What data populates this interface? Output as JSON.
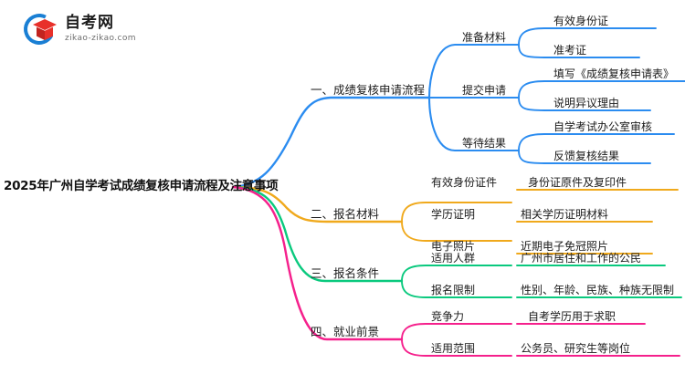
{
  "logo": {
    "brand": "自考网",
    "url": "zikao-zikao.com",
    "ring_color": "#1a7fd4",
    "cap_color": "#e8302a"
  },
  "mindmap": {
    "root": "2025年广州自学考试成绩复核申请流程及注意事项",
    "branch_colors": {
      "blue": "#2b8cf0",
      "orange": "#f0a91c",
      "green": "#0ac97e",
      "pink": "#f5208c"
    },
    "branches": [
      {
        "label": "一、成绩复核申请流程",
        "color": "#2b8cf0",
        "children": [
          {
            "label": "准备材料",
            "leaves": [
              "有效身份证",
              "准考证"
            ]
          },
          {
            "label": "提交申请",
            "leaves": [
              "填写《成绩复核申请表》",
              "说明异议理由"
            ]
          },
          {
            "label": "等待结果",
            "leaves": [
              "自学考试办公室审核",
              "反馈复核结果"
            ]
          }
        ]
      },
      {
        "label": "二、报名材料",
        "color": "#f0a91c",
        "children": [
          {
            "label": "有效身份证件",
            "leaves": [
              "身份证原件及复印件"
            ]
          },
          {
            "label": "学历证明",
            "leaves": [
              "相关学历证明材料"
            ]
          },
          {
            "label": "电子照片",
            "leaves": [
              "近期电子免冠照片"
            ]
          }
        ]
      },
      {
        "label": "三、报名条件",
        "color": "#0ac97e",
        "children": [
          {
            "label": "适用人群",
            "leaves": [
              "广州市居住和工作的公民"
            ]
          },
          {
            "label": "报名限制",
            "leaves": [
              "性别、年龄、民族、种族无限制"
            ]
          }
        ]
      },
      {
        "label": "四、就业前景",
        "color": "#f5208c",
        "children": [
          {
            "label": "竞争力",
            "leaves": [
              "自考学历用于求职"
            ]
          },
          {
            "label": "适用范围",
            "leaves": [
              "公务员、研究生等岗位"
            ]
          }
        ]
      }
    ]
  }
}
